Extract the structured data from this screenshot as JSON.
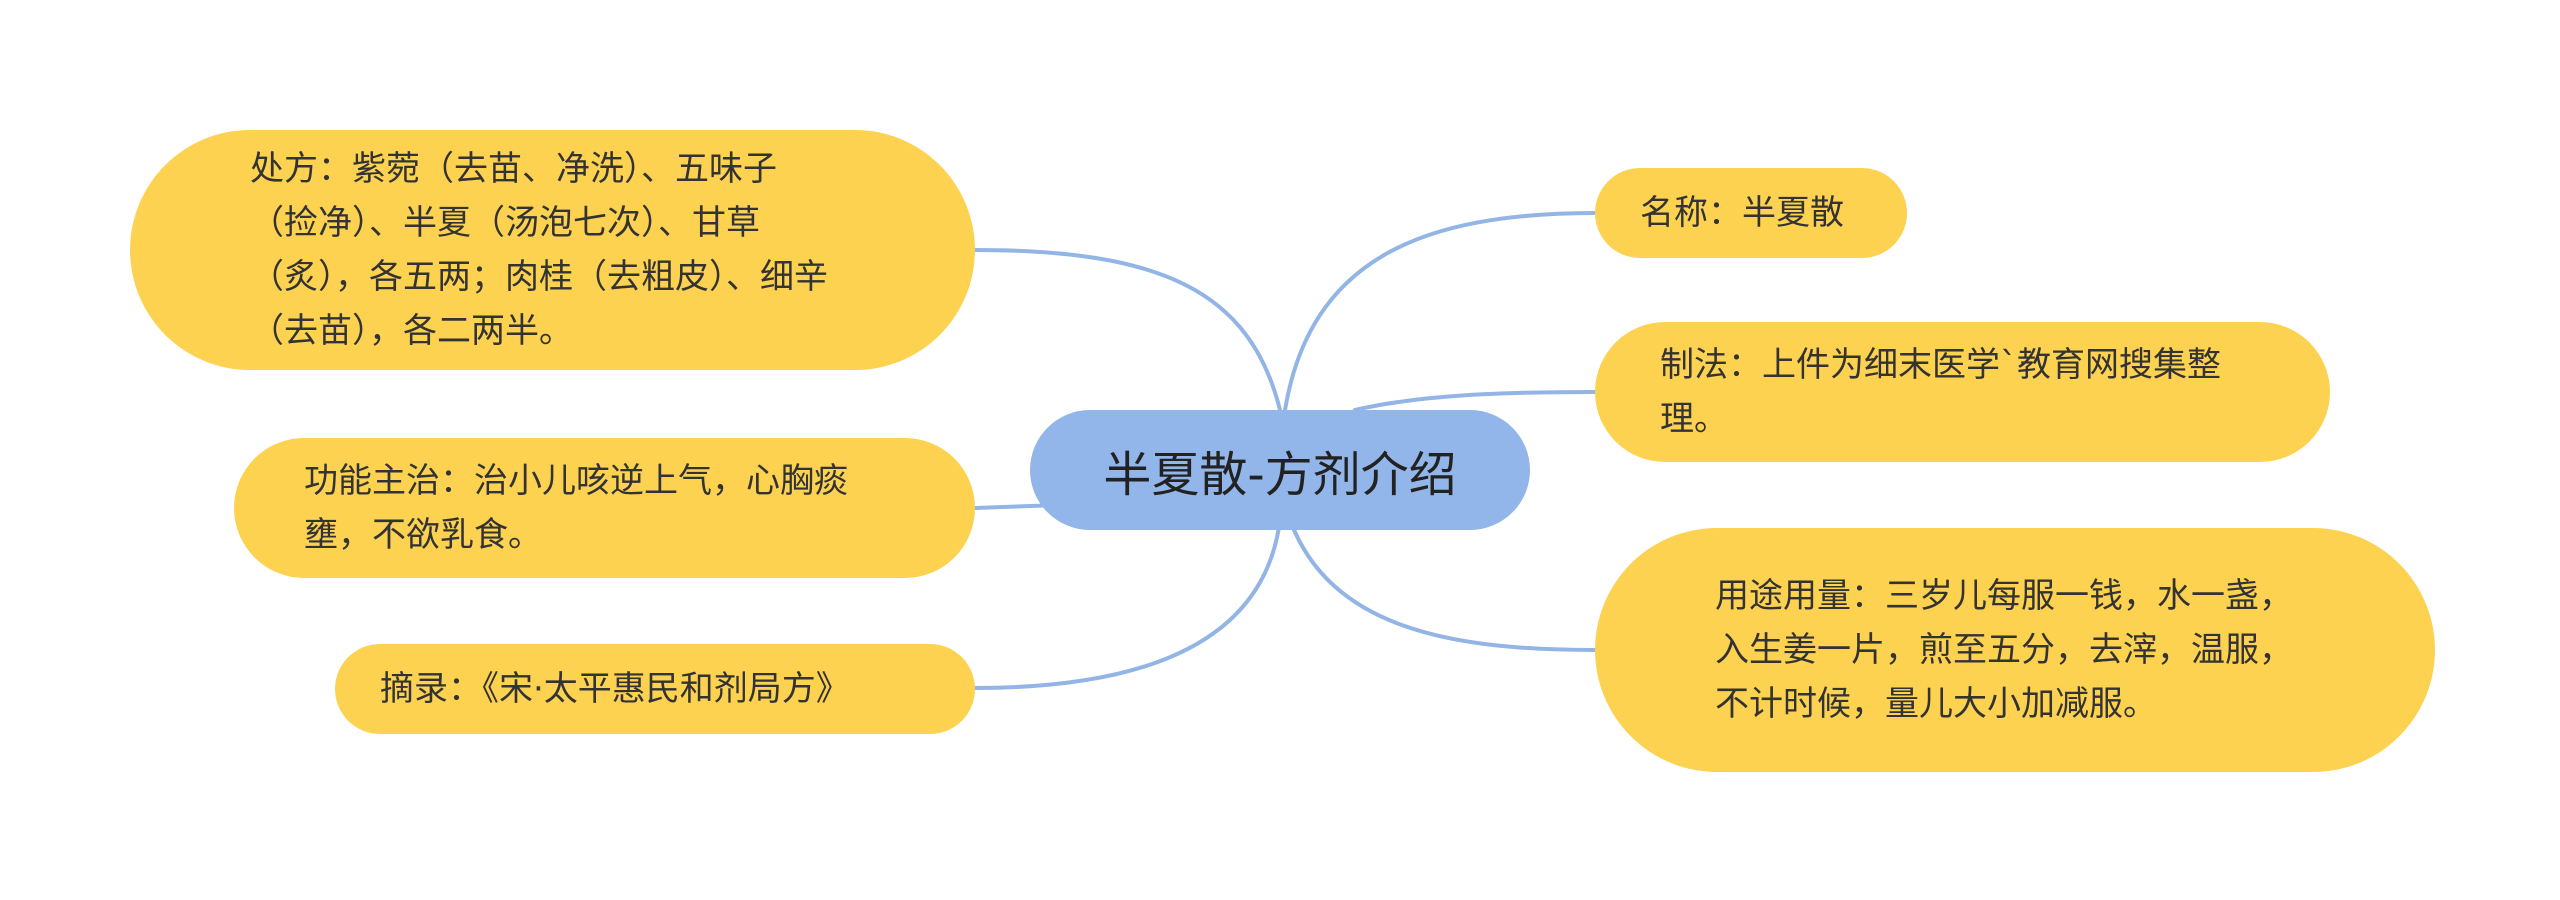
{
  "center": {
    "title": "半夏散-方剂介绍"
  },
  "left_nodes": {
    "prescription": "处方：紫菀（去苗、净洗）、五味子（捡净）、半夏（汤泡七次）、甘草（炙），各五两；肉桂（去粗皮）、细辛（去苗），各二两半。",
    "function": "功能主治：治小儿咳逆上气，心胸痰壅，不欲乳食。",
    "excerpt": "摘录：《宋·太平惠民和剂局方》"
  },
  "right_nodes": {
    "name": "名称：半夏散",
    "preparation": "制法：上件为细末医学`教育网搜集整理。",
    "usage": "用途用量：三岁儿每服一钱，水一盏，入生姜一片，煎至五分，去滓，温服，不计时候，量儿大小加减服。"
  },
  "colors": {
    "node_fill": "#fdd251",
    "center_fill": "#92b5ea",
    "connector": "#92b5e6"
  }
}
